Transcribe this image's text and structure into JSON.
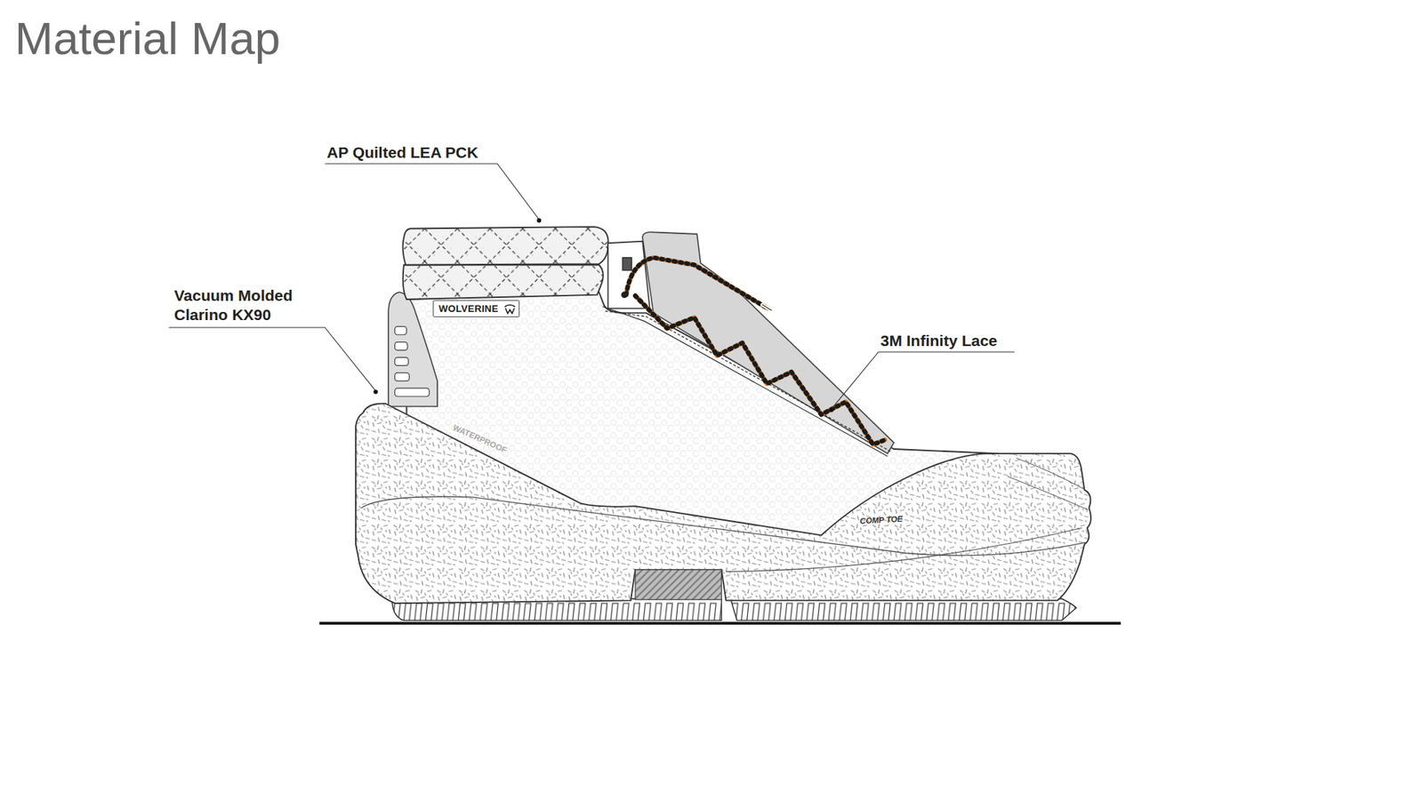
{
  "diagram": {
    "title": "Material Map",
    "nodes": [
      {
        "text": [
          "WOLVERINE"
        ]
      }
    ],
    "labels": [
      "AP Quilted LEA PCK",
      "Vacuum Molded Clarino KX90",
      "3M Infinity Lace",
      "WATERPROOF",
      "COMP TOE"
    ]
  }
}
